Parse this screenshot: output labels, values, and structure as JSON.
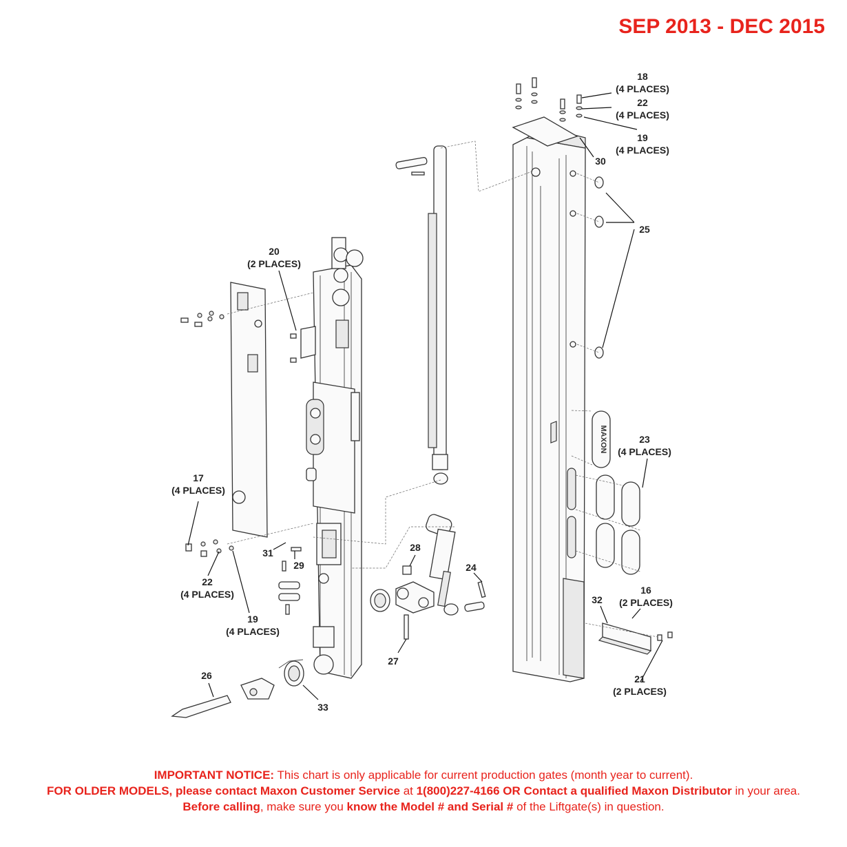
{
  "header": {
    "date_range": "SEP 2013 - DEC 2015"
  },
  "callouts": [
    {
      "id": "c18",
      "num": "18",
      "qty": "(4 PLACES)"
    },
    {
      "id": "c22a",
      "num": "22",
      "qty": "(4 PLACES)"
    },
    {
      "id": "c19a",
      "num": "19",
      "qty": "(4 PLACES)"
    },
    {
      "id": "c30",
      "num": "30",
      "qty": ""
    },
    {
      "id": "c25",
      "num": "25",
      "qty": ""
    },
    {
      "id": "c20",
      "num": "20",
      "qty": "(2 PLACES)"
    },
    {
      "id": "c23",
      "num": "23",
      "qty": "(4 PLACES)"
    },
    {
      "id": "c17",
      "num": "17",
      "qty": "(4 PLACES)"
    },
    {
      "id": "c31",
      "num": "31",
      "qty": ""
    },
    {
      "id": "c29",
      "num": "29",
      "qty": ""
    },
    {
      "id": "c28",
      "num": "28",
      "qty": ""
    },
    {
      "id": "c24",
      "num": "24",
      "qty": ""
    },
    {
      "id": "c22b",
      "num": "22",
      "qty": "(4 PLACES)"
    },
    {
      "id": "c19b",
      "num": "19",
      "qty": "(4 PLACES)"
    },
    {
      "id": "c16",
      "num": "16",
      "qty": "(2 PLACES)"
    },
    {
      "id": "c32",
      "num": "32",
      "qty": ""
    },
    {
      "id": "c27",
      "num": "27",
      "qty": ""
    },
    {
      "id": "c21",
      "num": "21",
      "qty": "(2 PLACES)"
    },
    {
      "id": "c26",
      "num": "26",
      "qty": ""
    },
    {
      "id": "c33",
      "num": "33",
      "qty": ""
    }
  ],
  "notice": {
    "lead": "IMPORTANT NOTICE:",
    "line1_rest": " This chart is only applicable for current production gates (month year to current).",
    "older_bold": "FOR OLDER MODELS, please contact Maxon Customer Service",
    "at": " at ",
    "phone_bold": "1(800)227-4166 OR Contact a qualified Maxon Distributor",
    "area": " in your area. ",
    "before_bold": "Before calling",
    "make_sure": ", make sure you ",
    "know_bold": "know the Model # and Serial #",
    "tail": " of the Liftgate(s) in question."
  },
  "logo_text": "MAXON",
  "colors": {
    "notice_red": "#e8231c",
    "line": "#333333"
  }
}
